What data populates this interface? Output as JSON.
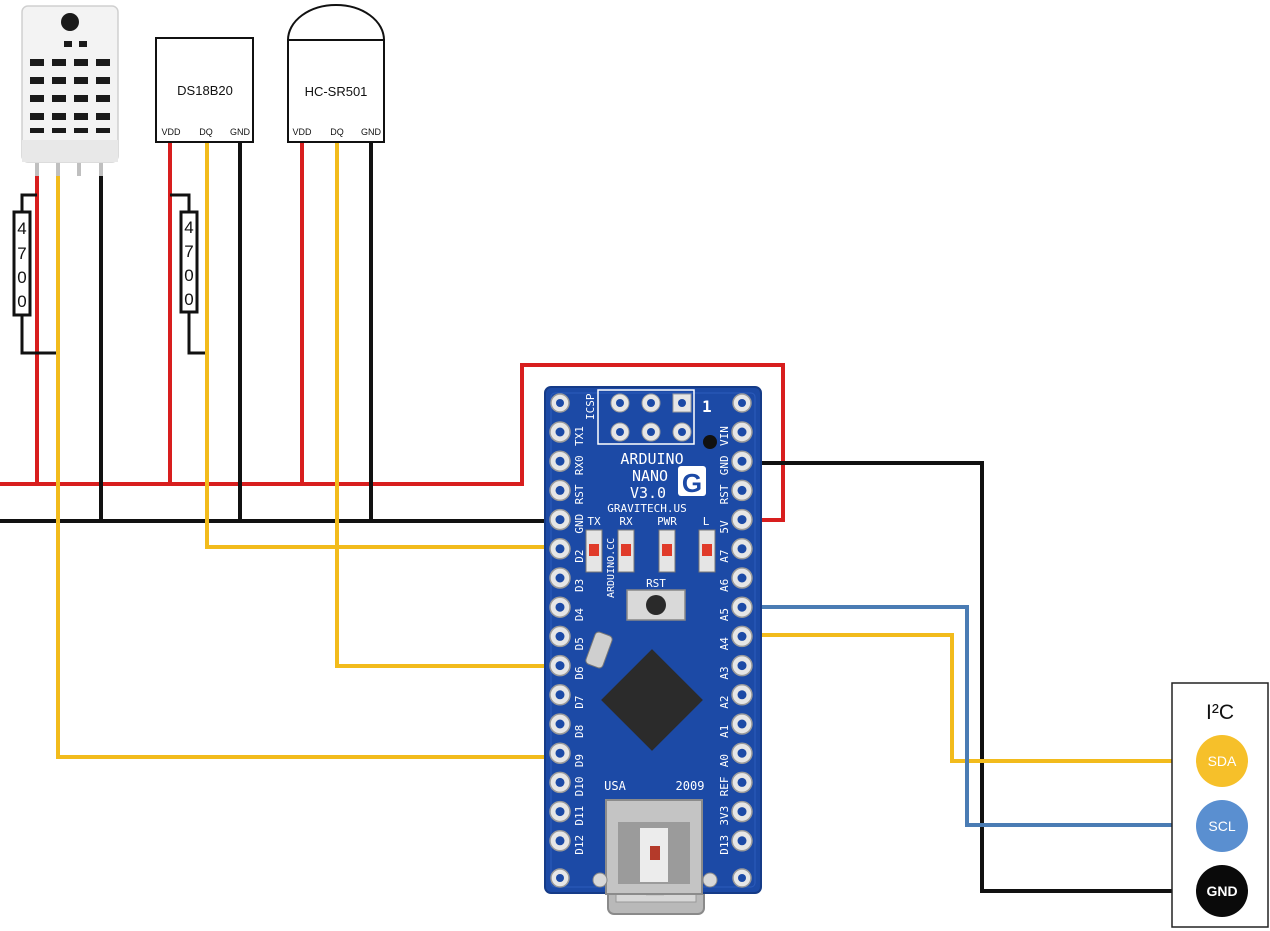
{
  "sensors": {
    "ds18b20": {
      "name": "DS18B20",
      "pins": [
        "VDD",
        "DQ",
        "GND"
      ]
    },
    "hcsr501": {
      "name": "HC-SR501",
      "pins": [
        "VDD",
        "DQ",
        "GND"
      ]
    }
  },
  "resistor_label": "4700",
  "board": {
    "line1": "ARDUINO",
    "line2": "NANO",
    "line3": "V3.0",
    "site": "GRAVITECH.US",
    "icsp": "ICSP",
    "pin1": "1",
    "leds": [
      "TX",
      "RX",
      "PWR",
      "L"
    ],
    "rst": "RST",
    "vendor": "ARDUINO.CC",
    "origin": "USA",
    "year": "2009",
    "logo": "G",
    "left_pins": [
      "TX1",
      "RX0",
      "RST",
      "GND",
      "D2",
      "D3",
      "D4",
      "D5",
      "D6",
      "D7",
      "D8",
      "D9",
      "D10",
      "D11",
      "D12"
    ],
    "right_pins": [
      "VIN",
      "GND",
      "RST",
      "5V",
      "A7",
      "A6",
      "A5",
      "A4",
      "A3",
      "A2",
      "A1",
      "A0",
      "REF",
      "3V3",
      "D13"
    ]
  },
  "i2c": {
    "title": "I²C",
    "sda": "SDA",
    "scl": "SCL",
    "gnd": "GND"
  },
  "colors": {
    "vcc": "#d81e1e",
    "gnd": "#111111",
    "data": "#f2bb1c",
    "scl": "#4a7cb4",
    "pcb": "#1c4aa6"
  }
}
